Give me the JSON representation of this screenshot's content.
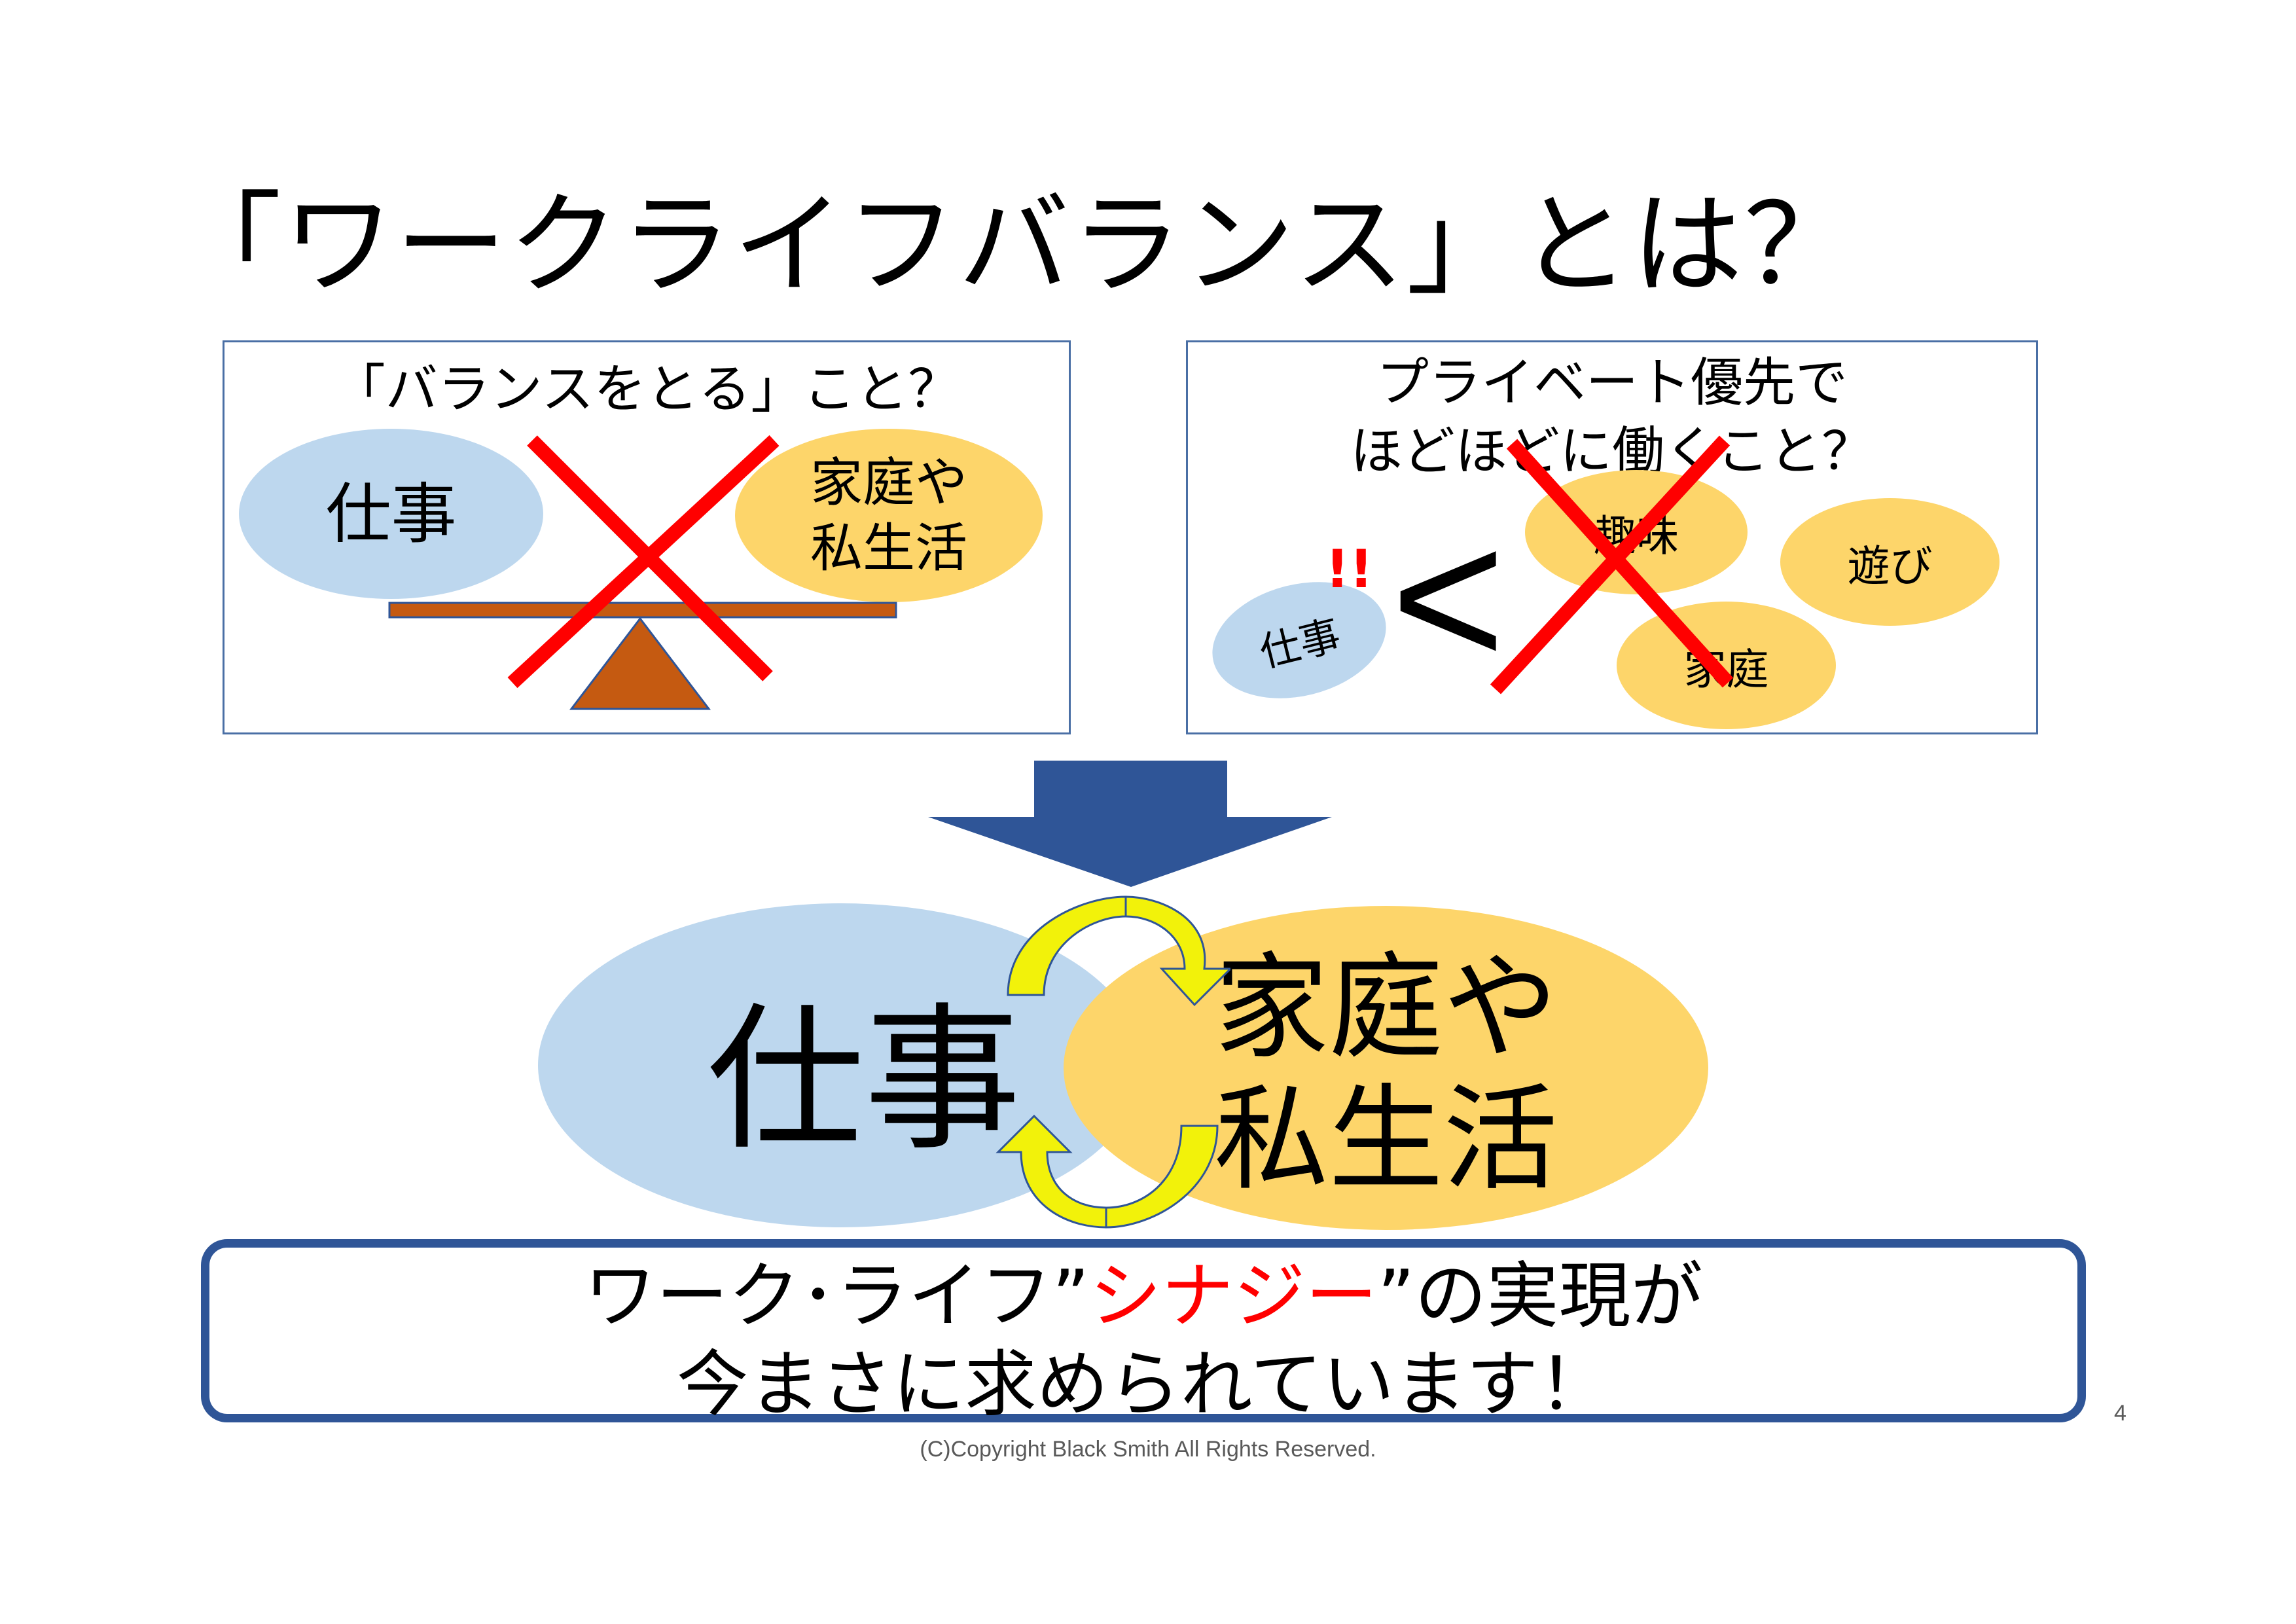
{
  "slide": {
    "title": "「ワークライフバランス」とは？",
    "page_number": "4",
    "copyright": "(C)Copyright Black Smith All Rights Reserved."
  },
  "left_panel": {
    "heading": "「バランスをとる」こと？",
    "work_label": "仕事",
    "family_label_line1": "家庭や",
    "family_label_line2": "私生活"
  },
  "right_panel": {
    "heading_line1": "プライベート優先で",
    "heading_line2": "ほどほどに働くこと？",
    "work_label": "仕事",
    "exclaim": "!!",
    "less_than": "<",
    "hobby_label": "趣味",
    "play_label": "遊び",
    "family_label": "家庭"
  },
  "synergy": {
    "work_label": "仕事",
    "family_label_line1": "家庭や",
    "family_label_line2": "私生活"
  },
  "message": {
    "line1_prefix": "ワーク･ライフ”",
    "line1_highlight": "シナジー",
    "line1_suffix": "”の実現が",
    "line2": "今まさに求められています！"
  },
  "colors": {
    "blue_ellipse": "#bdd7ee",
    "yellow_ellipse": "#fdd56a",
    "cross_red": "#ff0000",
    "arrow_navy": "#2f5597",
    "seesaw_brown": "#c55a11",
    "cycle_arrow_yellow": "#f2f20a",
    "highlight_red": "#ff0000"
  },
  "icons": {
    "cross": "cross-mark-icon",
    "down_arrow": "down-arrow-icon",
    "cycle_arrows": "cycle-arrows-icon",
    "seesaw": "seesaw-icon"
  }
}
